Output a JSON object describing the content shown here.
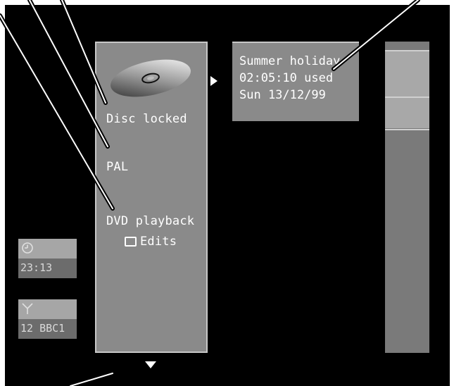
{
  "disc_panel": {
    "status": "Disc locked",
    "system": "PAL",
    "mode": "DVD playback",
    "edits_label": "Edits"
  },
  "title_panel": {
    "title": "Summer holiday",
    "time_used": "02:05:10 used",
    "date": "Sun 13/12/99"
  },
  "clock": {
    "icon": "clock-icon",
    "time": "23:13"
  },
  "tuner": {
    "icon": "antenna-icon",
    "channel": "12 BBC1"
  },
  "scrollbar": {
    "thumb_fraction": 0.25
  },
  "colors": {
    "screen": "#000000",
    "panel": "#8a8a8a",
    "text": "#ffffff",
    "callout": "#000000"
  }
}
